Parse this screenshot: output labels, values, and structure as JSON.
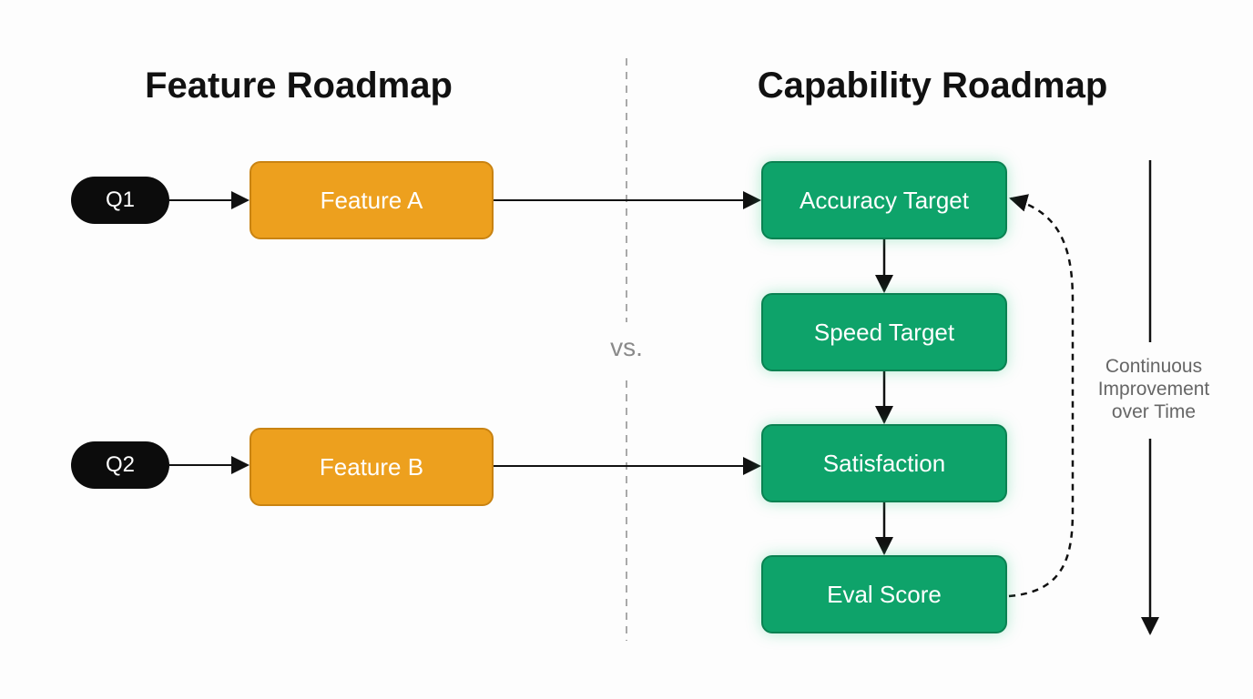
{
  "left": {
    "title": "Feature Roadmap",
    "rows": [
      {
        "quarter": "Q1",
        "feature": "Feature A"
      },
      {
        "quarter": "Q2",
        "feature": "Feature B"
      }
    ]
  },
  "divider": {
    "label": "vs."
  },
  "right": {
    "title": "Capability Roadmap",
    "steps": [
      "Accuracy Target",
      "Speed Target",
      "Satisfaction",
      "Eval Score"
    ]
  },
  "loop": {
    "label_lines": [
      "Continuous",
      "Improvement",
      "over Time"
    ]
  },
  "colors": {
    "feature_box": "#eda01e",
    "capability_box": "#0ea36a",
    "quarter_pill": "#0c0c0c"
  }
}
